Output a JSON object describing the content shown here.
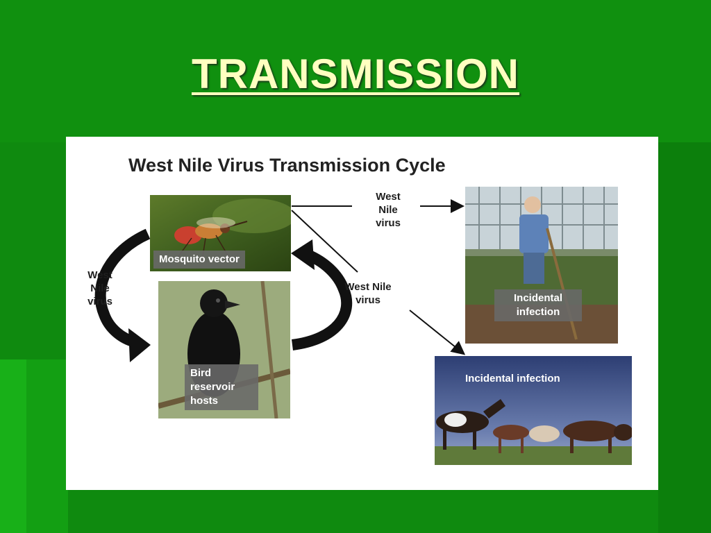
{
  "slide": {
    "title": "TRANSMISSION"
  },
  "diagram": {
    "title": "West Nile Virus Transmission Cycle",
    "labels": {
      "left_line1": "West",
      "left_line2": "Nile",
      "left_line3": "virus",
      "top_line1": "West",
      "top_line2": "Nile",
      "top_line3": "virus",
      "middle_line1": "West Nile",
      "middle_line2": "virus"
    },
    "nodes": {
      "mosquito": "Mosquito vector",
      "bird_line1": "Bird",
      "bird_line2": "reservoir",
      "bird_line3": "hosts",
      "human_line1": "Incidental",
      "human_line2": "infection",
      "horses": "Incidental infection"
    }
  },
  "colors": {
    "background": "#0f8a0f",
    "title": "#ffffc0",
    "figure_bg": "#ffffff",
    "caption_bg": "#696969"
  }
}
